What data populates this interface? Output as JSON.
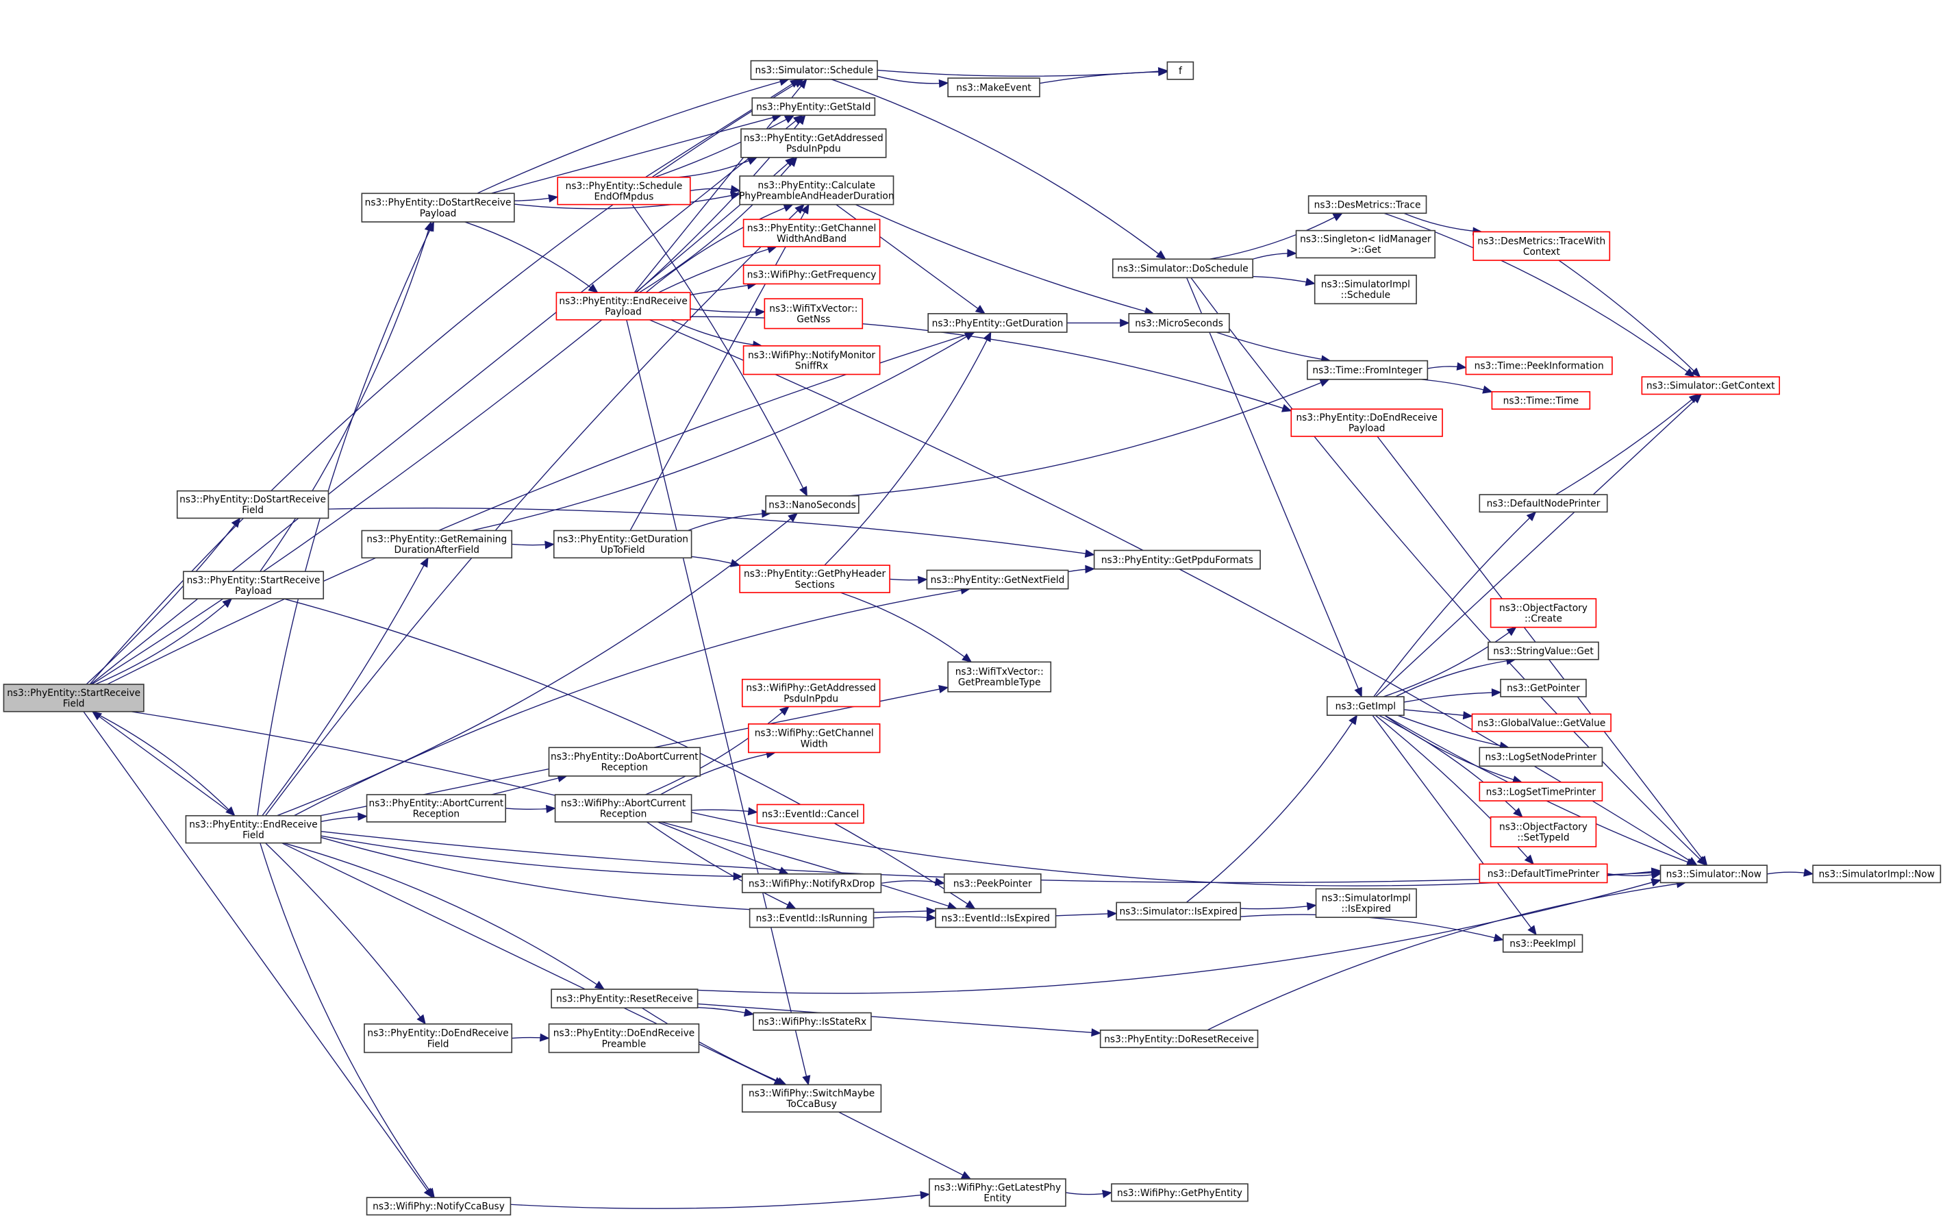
{
  "title": "ns3::PhyEntity::StartReceiveField call graph",
  "colors": {
    "edge": "#191970",
    "node_border": "#3a3a3a",
    "node_border_undocumented": "#ff0000",
    "root_fill": "#bfbfbf",
    "node_fill": "#ffffff"
  },
  "nodes": [
    {
      "id": "StartReceiveField",
      "lines": [
        "ns3::PhyEntity::StartReceive",
        "Field"
      ],
      "style": "root"
    },
    {
      "id": "DoStartReceivePayload",
      "lines": [
        "ns3::PhyEntity::DoStartReceive",
        "Payload"
      ],
      "style": "normal"
    },
    {
      "id": "DoStartReceiveField",
      "lines": [
        "ns3::PhyEntity::DoStartReceive",
        "Field"
      ],
      "style": "normal"
    },
    {
      "id": "StartReceivePayload",
      "lines": [
        "ns3::PhyEntity::StartReceive",
        "Payload"
      ],
      "style": "normal"
    },
    {
      "id": "EndReceiveField",
      "lines": [
        "ns3::PhyEntity::EndReceive",
        "Field"
      ],
      "style": "normal"
    },
    {
      "id": "ScheduleEndOfMpdus",
      "lines": [
        "ns3::PhyEntity::Schedule",
        "EndOfMpdus"
      ],
      "style": "red"
    },
    {
      "id": "EndReceivePayload",
      "lines": [
        "ns3::PhyEntity::EndReceive",
        "Payload"
      ],
      "style": "red"
    },
    {
      "id": "SimulatorSchedule",
      "lines": [
        "ns3::Simulator::Schedule"
      ],
      "style": "normal"
    },
    {
      "id": "GetStaId",
      "lines": [
        "ns3::PhyEntity::GetStaId"
      ],
      "style": "normal"
    },
    {
      "id": "PhyGetAddressedPsduInPpdu",
      "lines": [
        "ns3::PhyEntity::GetAddressed",
        "PsduInPpdu"
      ],
      "style": "normal"
    },
    {
      "id": "CalculatePhyPreamble",
      "lines": [
        "ns3::PhyEntity::Calculate",
        "PhyPreambleAndHeaderDuration"
      ],
      "style": "normal"
    },
    {
      "id": "GetChannelWidthAndBand",
      "lines": [
        "ns3::PhyEntity::GetChannel",
        "WidthAndBand"
      ],
      "style": "red"
    },
    {
      "id": "GetFrequency",
      "lines": [
        "ns3::WifiPhy::GetFrequency"
      ],
      "style": "red"
    },
    {
      "id": "GetNss",
      "lines": [
        "ns3::WifiTxVector::",
        "GetNss"
      ],
      "style": "red"
    },
    {
      "id": "NotifyMonitorSniffRx",
      "lines": [
        "ns3::WifiPhy::NotifyMonitor",
        "SniffRx"
      ],
      "style": "red"
    },
    {
      "id": "f",
      "lines": [
        "f"
      ],
      "style": "normal"
    },
    {
      "id": "MakeEvent",
      "lines": [
        "ns3::MakeEvent"
      ],
      "style": "normal"
    },
    {
      "id": "DoSchedule",
      "lines": [
        "ns3::Simulator::DoSchedule"
      ],
      "style": "normal"
    },
    {
      "id": "DesMetricsTrace",
      "lines": [
        "ns3::DesMetrics::Trace"
      ],
      "style": "normal"
    },
    {
      "id": "SingletonGet",
      "lines": [
        "ns3::Singleton< IidManager",
        ">::Get"
      ],
      "style": "normal"
    },
    {
      "id": "SimImplSchedule",
      "lines": [
        "ns3::SimulatorImpl",
        "::Schedule"
      ],
      "style": "normal"
    },
    {
      "id": "TraceWithContext",
      "lines": [
        "ns3::DesMetrics::TraceWith",
        "Context"
      ],
      "style": "red"
    },
    {
      "id": "GetDuration",
      "lines": [
        "ns3::PhyEntity::GetDuration"
      ],
      "style": "normal"
    },
    {
      "id": "MicroSeconds",
      "lines": [
        "ns3::MicroSeconds"
      ],
      "style": "normal"
    },
    {
      "id": "FromInteger",
      "lines": [
        "ns3::Time::FromInteger"
      ],
      "style": "normal"
    },
    {
      "id": "PeekInformation",
      "lines": [
        "ns3::Time::PeekInformation"
      ],
      "style": "red"
    },
    {
      "id": "TimeTime",
      "lines": [
        "ns3::Time::Time"
      ],
      "style": "red"
    },
    {
      "id": "GetContext",
      "lines": [
        "ns3::Simulator::GetContext"
      ],
      "style": "red"
    },
    {
      "id": "DoEndReceivePayload",
      "lines": [
        "ns3::PhyEntity::DoEndReceive",
        "Payload"
      ],
      "style": "red"
    },
    {
      "id": "NanoSeconds",
      "lines": [
        "ns3::NanoSeconds"
      ],
      "style": "normal"
    },
    {
      "id": "GetRemainingDuration",
      "lines": [
        "ns3::PhyEntity::GetRemaining",
        "DurationAfterField"
      ],
      "style": "normal"
    },
    {
      "id": "GetDurationUpToField",
      "lines": [
        "ns3::PhyEntity::GetDuration",
        "UpToField"
      ],
      "style": "normal"
    },
    {
      "id": "GetPhyHeaderSections",
      "lines": [
        "ns3::PhyEntity::GetPhyHeader",
        "Sections"
      ],
      "style": "red"
    },
    {
      "id": "GetNextField",
      "lines": [
        "ns3::PhyEntity::GetNextField"
      ],
      "style": "normal"
    },
    {
      "id": "GetPpduFormats",
      "lines": [
        "ns3::PhyEntity::GetPpduFormats"
      ],
      "style": "normal"
    },
    {
      "id": "DefaultNodePrinter",
      "lines": [
        "ns3::DefaultNodePrinter"
      ],
      "style": "normal"
    },
    {
      "id": "GetPreambleType",
      "lines": [
        "ns3::WifiTxVector::",
        "GetPreambleType"
      ],
      "style": "normal"
    },
    {
      "id": "WifiGetAddressedPsduInPpdu",
      "lines": [
        "ns3::WifiPhy::GetAddressed",
        "PsduInPpdu"
      ],
      "style": "red"
    },
    {
      "id": "WifiGetChannelWidth",
      "lines": [
        "ns3::WifiPhy::GetChannel",
        "Width"
      ],
      "style": "red"
    },
    {
      "id": "DoAbortCurrentReception",
      "lines": [
        "ns3::PhyEntity::DoAbortCurrent",
        "Reception"
      ],
      "style": "normal"
    },
    {
      "id": "PhyAbortCurrentReception",
      "lines": [
        "ns3::PhyEntity::AbortCurrent",
        "Reception"
      ],
      "style": "normal"
    },
    {
      "id": "WifiAbortCurrentReception",
      "lines": [
        "ns3::WifiPhy::AbortCurrent",
        "Reception"
      ],
      "style": "normal"
    },
    {
      "id": "EventIdCancel",
      "lines": [
        "ns3::EventId::Cancel"
      ],
      "style": "red"
    },
    {
      "id": "GetImpl",
      "lines": [
        "ns3::GetImpl"
      ],
      "style": "normal"
    },
    {
      "id": "ObjectFactoryCreate",
      "lines": [
        "ns3::ObjectFactory",
        "::Create"
      ],
      "style": "red"
    },
    {
      "id": "StringValueGet",
      "lines": [
        "ns3::StringValue::Get"
      ],
      "style": "normal"
    },
    {
      "id": "GetPointer",
      "lines": [
        "ns3::GetPointer"
      ],
      "style": "normal"
    },
    {
      "id": "GlobalValueGetValue",
      "lines": [
        "ns3::GlobalValue::GetValue"
      ],
      "style": "red"
    },
    {
      "id": "LogSetNodePrinter",
      "lines": [
        "ns3::LogSetNodePrinter"
      ],
      "style": "normal"
    },
    {
      "id": "LogSetTimePrinter",
      "lines": [
        "ns3::LogSetTimePrinter"
      ],
      "style": "red"
    },
    {
      "id": "ObjectFactorySetTypeId",
      "lines": [
        "ns3::ObjectFactory",
        "::SetTypeId"
      ],
      "style": "red"
    },
    {
      "id": "DefaultTimePrinter",
      "lines": [
        "ns3::DefaultTimePrinter"
      ],
      "style": "red"
    },
    {
      "id": "SimulatorNow",
      "lines": [
        "ns3::Simulator::Now"
      ],
      "style": "normal"
    },
    {
      "id": "SimulatorImplNow",
      "lines": [
        "ns3::SimulatorImpl::Now"
      ],
      "style": "normal"
    },
    {
      "id": "NotifyRxDrop",
      "lines": [
        "ns3::WifiPhy::NotifyRxDrop"
      ],
      "style": "normal"
    },
    {
      "id": "PeekPointer",
      "lines": [
        "ns3::PeekPointer"
      ],
      "style": "normal"
    },
    {
      "id": "EventIdIsRunning",
      "lines": [
        "ns3::EventId::IsRunning"
      ],
      "style": "normal"
    },
    {
      "id": "EventIdIsExpired",
      "lines": [
        "ns3::EventId::IsExpired"
      ],
      "style": "normal"
    },
    {
      "id": "SimulatorIsExpired",
      "lines": [
        "ns3::Simulator::IsExpired"
      ],
      "style": "normal"
    },
    {
      "id": "SimImplIsExpired",
      "lines": [
        "ns3::SimulatorImpl",
        "::IsExpired"
      ],
      "style": "normal"
    },
    {
      "id": "PeekImpl",
      "lines": [
        "ns3::PeekImpl"
      ],
      "style": "normal"
    },
    {
      "id": "ResetReceive",
      "lines": [
        "ns3::PhyEntity::ResetReceive"
      ],
      "style": "normal"
    },
    {
      "id": "IsStateRx",
      "lines": [
        "ns3::WifiPhy::IsStateRx"
      ],
      "style": "normal"
    },
    {
      "id": "DoEndReceiveField",
      "lines": [
        "ns3::PhyEntity::DoEndReceive",
        "Field"
      ],
      "style": "normal"
    },
    {
      "id": "DoEndReceivePreamble",
      "lines": [
        "ns3::PhyEntity::DoEndReceive",
        "Preamble"
      ],
      "style": "normal"
    },
    {
      "id": "DoResetReceive",
      "lines": [
        "ns3::PhyEntity::DoResetReceive"
      ],
      "style": "normal"
    },
    {
      "id": "SwitchMaybeToCcaBusy",
      "lines": [
        "ns3::WifiPhy::SwitchMaybe",
        "ToCcaBusy"
      ],
      "style": "normal"
    },
    {
      "id": "NotifyCcaBusy",
      "lines": [
        "ns3::WifiPhy::NotifyCcaBusy"
      ],
      "style": "normal"
    },
    {
      "id": "GetLatestPhyEntity",
      "lines": [
        "ns3::WifiPhy::GetLatestPhy",
        "Entity"
      ],
      "style": "normal"
    },
    {
      "id": "GetPhyEntity",
      "lines": [
        "ns3::WifiPhy::GetPhyEntity"
      ],
      "style": "normal"
    }
  ],
  "edges": [
    [
      "StartReceiveField",
      "SimulatorSchedule"
    ],
    [
      "StartReceiveField",
      "GetDuration"
    ],
    [
      "StartReceiveField",
      "GetStaId"
    ],
    [
      "StartReceiveField",
      "DoStartReceiveField"
    ],
    [
      "StartReceiveField",
      "StartReceivePayload"
    ],
    [
      "StartReceiveField",
      "EndReceiveField"
    ],
    [
      "StartReceiveField",
      "EventIdIsExpired"
    ],
    [
      "StartReceiveField",
      "NotifyCcaBusy"
    ],
    [
      "StartReceiveField",
      "PhyGetAddressedPsduInPpdu"
    ],
    [
      "StartReceivePayload",
      "DoStartReceivePayload"
    ],
    [
      "StartReceivePayload",
      "EventIdIsExpired"
    ],
    [
      "DoStartReceivePayload",
      "SimulatorSchedule"
    ],
    [
      "DoStartReceivePayload",
      "GetStaId"
    ],
    [
      "DoStartReceivePayload",
      "ScheduleEndOfMpdus"
    ],
    [
      "DoStartReceivePayload",
      "CalculatePhyPreamble"
    ],
    [
      "DoStartReceivePayload",
      "EndReceivePayload"
    ],
    [
      "DoStartReceiveField",
      "GetPpduFormats"
    ],
    [
      "ScheduleEndOfMpdus",
      "SimulatorSchedule"
    ],
    [
      "ScheduleEndOfMpdus",
      "GetStaId"
    ],
    [
      "ScheduleEndOfMpdus",
      "PhyGetAddressedPsduInPpdu"
    ],
    [
      "ScheduleEndOfMpdus",
      "CalculatePhyPreamble"
    ],
    [
      "ScheduleEndOfMpdus",
      "NanoSeconds"
    ],
    [
      "EndReceivePayload",
      "SimulatorSchedule"
    ],
    [
      "EndReceivePayload",
      "GetStaId"
    ],
    [
      "EndReceivePayload",
      "PhyGetAddressedPsduInPpdu"
    ],
    [
      "EndReceivePayload",
      "CalculatePhyPreamble"
    ],
    [
      "EndReceivePayload",
      "GetChannelWidthAndBand"
    ],
    [
      "EndReceivePayload",
      "GetFrequency"
    ],
    [
      "EndReceivePayload",
      "GetNss"
    ],
    [
      "EndReceivePayload",
      "NotifyMonitorSniffRx"
    ],
    [
      "EndReceivePayload",
      "DoEndReceivePayload"
    ],
    [
      "EndReceivePayload",
      "SimulatorNow"
    ],
    [
      "EndReceivePayload",
      "SwitchMaybeToCcaBusy"
    ],
    [
      "SimulatorSchedule",
      "f"
    ],
    [
      "SimulatorSchedule",
      "MakeEvent"
    ],
    [
      "SimulatorSchedule",
      "DoSchedule"
    ],
    [
      "MakeEvent",
      "f"
    ],
    [
      "CalculatePhyPreamble",
      "GetDuration"
    ],
    [
      "CalculatePhyPreamble",
      "MicroSeconds"
    ],
    [
      "DoSchedule",
      "DesMetricsTrace"
    ],
    [
      "DoSchedule",
      "SingletonGet"
    ],
    [
      "DoSchedule",
      "SimImplSchedule"
    ],
    [
      "DoSchedule",
      "GetImpl"
    ],
    [
      "DoSchedule",
      "SimulatorNow"
    ],
    [
      "DesMetricsTrace",
      "TraceWithContext"
    ],
    [
      "DesMetricsTrace",
      "GetContext"
    ],
    [
      "TraceWithContext",
      "GetContext"
    ],
    [
      "GetDuration",
      "MicroSeconds"
    ],
    [
      "MicroSeconds",
      "FromInteger"
    ],
    [
      "NanoSeconds",
      "FromInteger"
    ],
    [
      "FromInteger",
      "PeekInformation"
    ],
    [
      "FromInteger",
      "TimeTime"
    ],
    [
      "DoEndReceivePayload",
      "SimulatorNow"
    ],
    [
      "GetRemainingDuration",
      "GetDurationUpToField"
    ],
    [
      "GetRemainingDuration",
      "GetDuration"
    ],
    [
      "GetDurationUpToField",
      "NanoSeconds"
    ],
    [
      "GetDurationUpToField",
      "GetPhyHeaderSections"
    ],
    [
      "GetDurationUpToField",
      "CalculatePhyPreamble"
    ],
    [
      "GetPhyHeaderSections",
      "GetNextField"
    ],
    [
      "GetPhyHeaderSections",
      "GetDuration"
    ],
    [
      "GetPhyHeaderSections",
      "GetPreambleType"
    ],
    [
      "GetNextField",
      "GetPpduFormats"
    ],
    [
      "EndReceiveField",
      "StartReceiveField"
    ],
    [
      "EndReceiveField",
      "GetRemainingDuration"
    ],
    [
      "EndReceiveField",
      "NanoSeconds"
    ],
    [
      "EndReceiveField",
      "GetNextField"
    ],
    [
      "EndReceiveField",
      "PhyAbortCurrentReception"
    ],
    [
      "EndReceiveField",
      "GetPreambleType"
    ],
    [
      "EndReceiveField",
      "NotifyRxDrop"
    ],
    [
      "EndReceiveField",
      "EventIdIsExpired"
    ],
    [
      "EndReceiveField",
      "ResetReceive"
    ],
    [
      "EndReceiveField",
      "DoEndReceiveField"
    ],
    [
      "EndReceiveField",
      "SwitchMaybeToCcaBusy"
    ],
    [
      "EndReceiveField",
      "SimulatorNow"
    ],
    [
      "EndReceiveField",
      "NotifyCcaBusy"
    ],
    [
      "EndReceiveField",
      "DoStartReceivePayload"
    ],
    [
      "EndReceiveField",
      "CalculatePhyPreamble"
    ],
    [
      "PhyAbortCurrentReception",
      "DoAbortCurrentReception"
    ],
    [
      "PhyAbortCurrentReception",
      "WifiAbortCurrentReception"
    ],
    [
      "WifiAbortCurrentReception",
      "WifiGetAddressedPsduInPpdu"
    ],
    [
      "WifiAbortCurrentReception",
      "WifiGetChannelWidth"
    ],
    [
      "WifiAbortCurrentReception",
      "EventIdCancel"
    ],
    [
      "WifiAbortCurrentReception",
      "NotifyRxDrop"
    ],
    [
      "WifiAbortCurrentReception",
      "EventIdIsRunning"
    ],
    [
      "WifiAbortCurrentReception",
      "SimulatorNow"
    ],
    [
      "NotifyRxDrop",
      "PeekPointer"
    ],
    [
      "EventIdIsRunning",
      "EventIdIsExpired"
    ],
    [
      "EventIdIsExpired",
      "SimulatorIsExpired"
    ],
    [
      "SimulatorIsExpired",
      "SimImplIsExpired"
    ],
    [
      "SimulatorIsExpired",
      "GetImpl"
    ],
    [
      "SimulatorIsExpired",
      "PeekImpl"
    ],
    [
      "GetImpl",
      "DefaultNodePrinter"
    ],
    [
      "GetImpl",
      "GetContext"
    ],
    [
      "GetImpl",
      "SimulatorNow"
    ],
    [
      "GetImpl",
      "ObjectFactoryCreate"
    ],
    [
      "GetImpl",
      "StringValueGet"
    ],
    [
      "GetImpl",
      "GetPointer"
    ],
    [
      "GetImpl",
      "GlobalValueGetValue"
    ],
    [
      "GetImpl",
      "LogSetNodePrinter"
    ],
    [
      "GetImpl",
      "LogSetTimePrinter"
    ],
    [
      "GetImpl",
      "ObjectFactorySetTypeId"
    ],
    [
      "GetImpl",
      "DefaultTimePrinter"
    ],
    [
      "GetImpl",
      "PeekImpl"
    ],
    [
      "DefaultNodePrinter",
      "GetContext"
    ],
    [
      "DefaultTimePrinter",
      "SimulatorNow"
    ],
    [
      "SimulatorNow",
      "SimulatorImplNow"
    ],
    [
      "ResetReceive",
      "IsStateRx"
    ],
    [
      "ResetReceive",
      "DoResetReceive"
    ],
    [
      "ResetReceive",
      "SwitchMaybeToCcaBusy"
    ],
    [
      "ResetReceive",
      "SimulatorNow"
    ],
    [
      "DoResetReceive",
      "SimulatorNow"
    ],
    [
      "DoEndReceiveField",
      "DoEndReceivePreamble"
    ],
    [
      "SwitchMaybeToCcaBusy",
      "GetLatestPhyEntity"
    ],
    [
      "NotifyCcaBusy",
      "GetLatestPhyEntity"
    ],
    [
      "GetLatestPhyEntity",
      "GetPhyEntity"
    ]
  ]
}
